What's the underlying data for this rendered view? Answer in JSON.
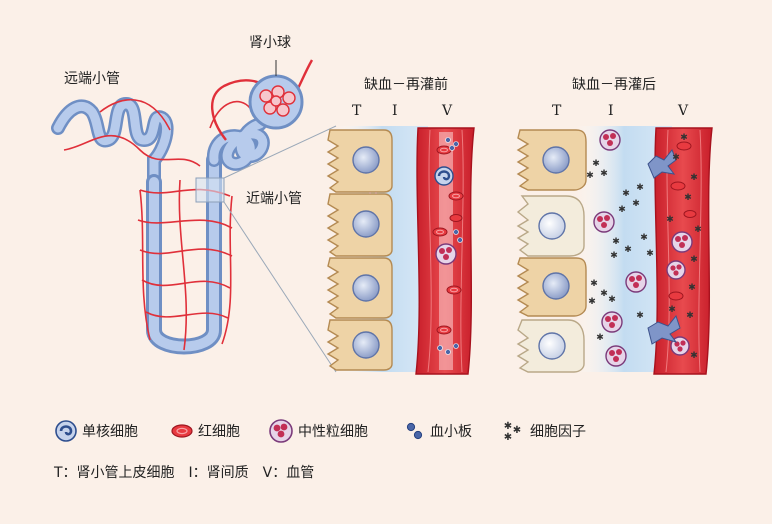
{
  "labels": {
    "glomerulus": "肾小球",
    "distal_tubule": "远端小管",
    "proximal_tubule": "近端小管",
    "panel_before": "缺血－再灌前",
    "panel_after": "缺血－再灌后",
    "col_t": "T",
    "col_i": "I",
    "col_v": "V"
  },
  "legend": [
    {
      "icon": "monocyte-icon",
      "label": "单核细胞"
    },
    {
      "icon": "red-blood-cell-icon",
      "label": "红细胞"
    },
    {
      "icon": "neutrophil-icon",
      "label": "中性粒细胞"
    },
    {
      "icon": "platelet-icon",
      "label": "血小板"
    },
    {
      "icon": "cytokine-icon",
      "label": "细胞因子"
    }
  ],
  "footnote": "T：肾小管上皮细胞　I：肾间质　V：血管",
  "colors": {
    "background": "#fbf0e8",
    "tubule_blue": "#a9c1e6",
    "vessel_red": "#e0303a",
    "epithelium_tan": "#eed3a6",
    "interstitium_blue": "#c9e0f3"
  }
}
